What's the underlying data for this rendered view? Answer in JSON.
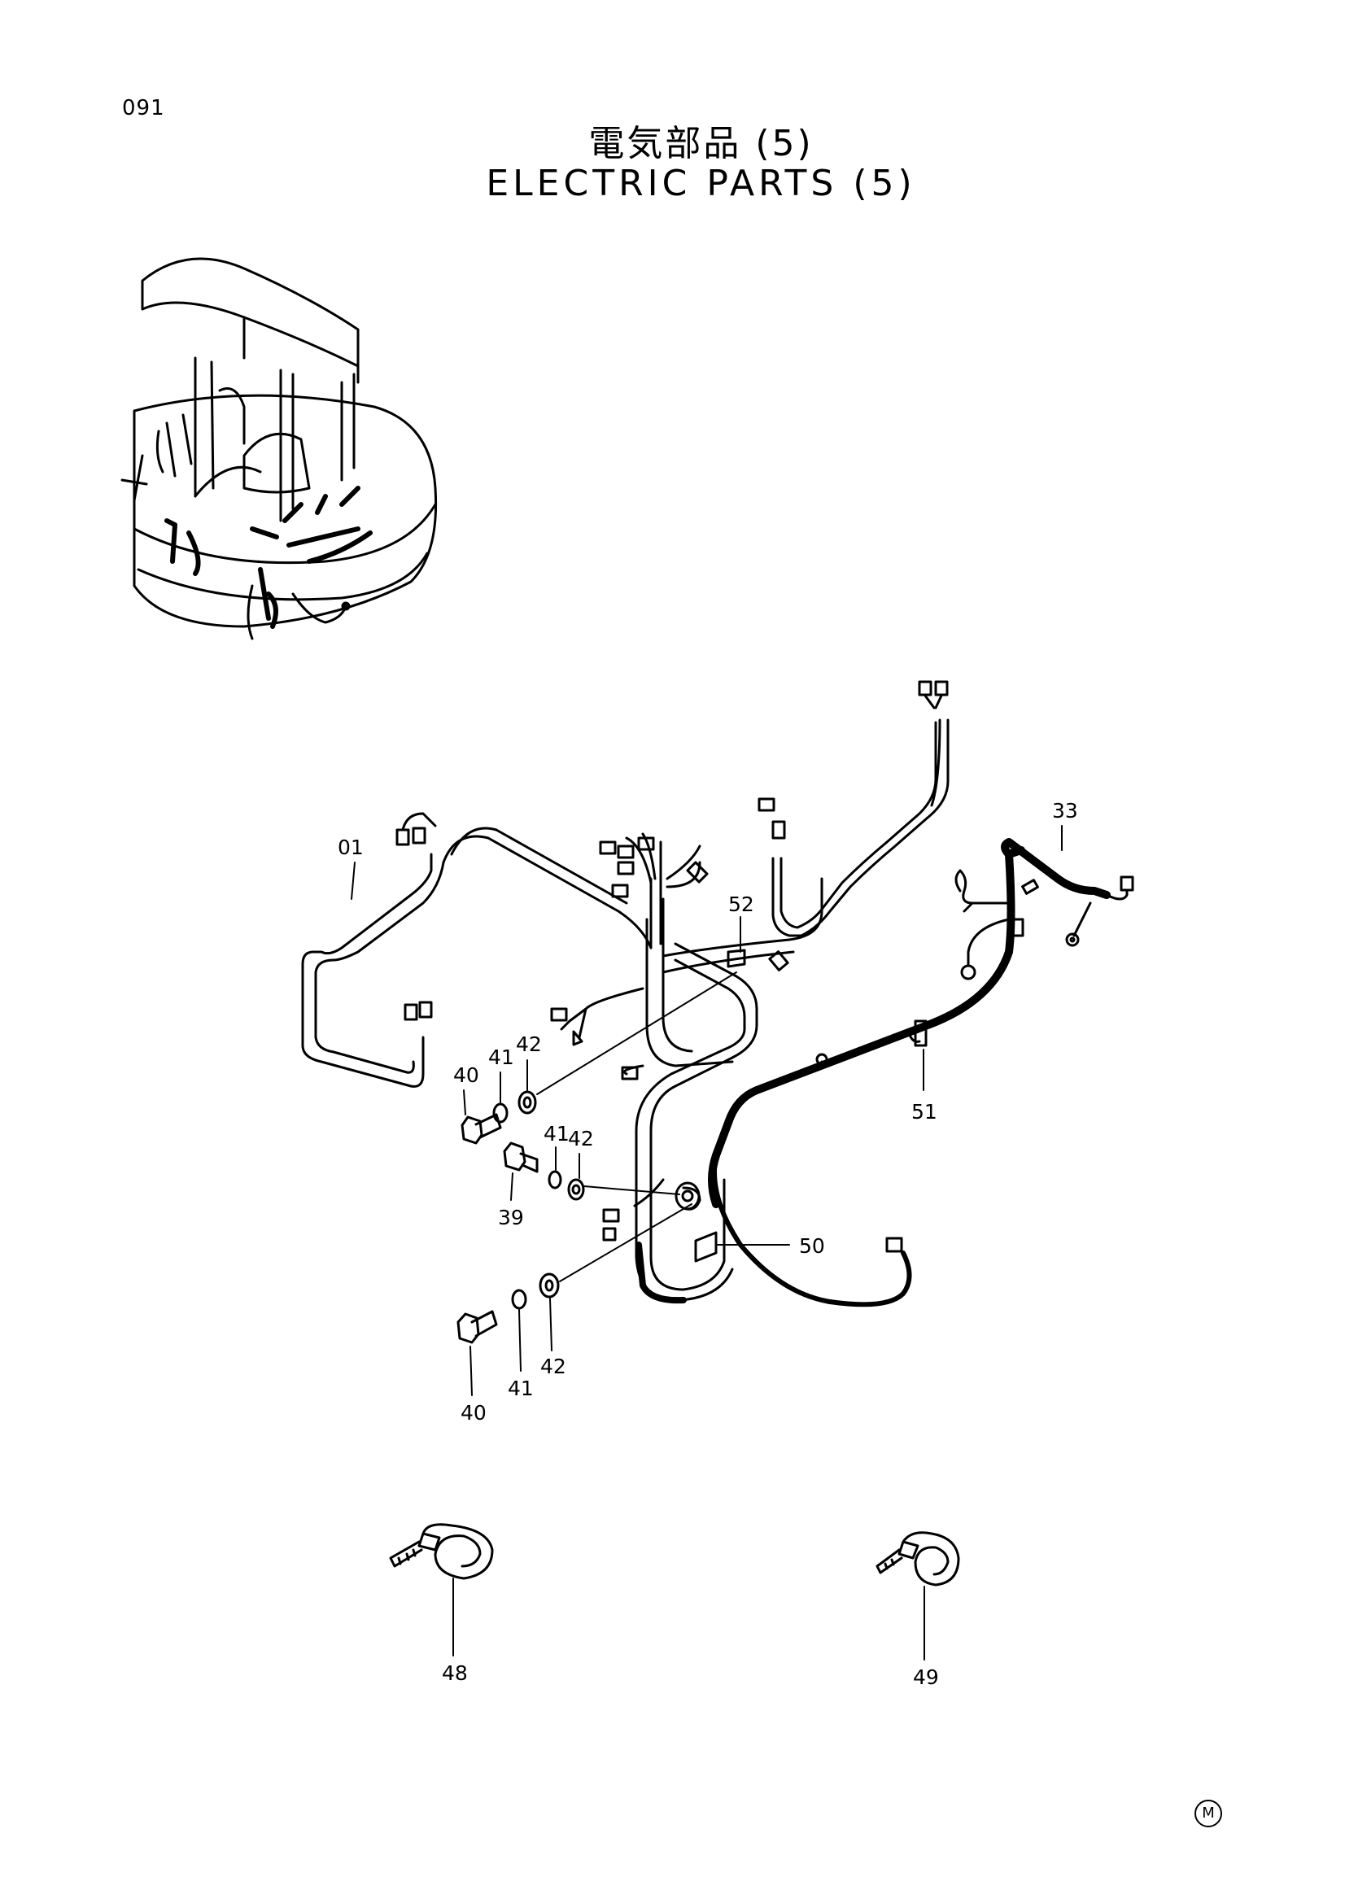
{
  "page_number": "091",
  "title_jp": "電気部品 (5)",
  "title_en": "ELECTRIC PARTS (5)",
  "corner_mark": "M",
  "callouts": {
    "c01": "01",
    "c33": "33",
    "c52": "52",
    "c51": "51",
    "c50": "50",
    "c40a": "40",
    "c41a": "41",
    "c42a": "42",
    "c41b": "41",
    "c42b": "42",
    "c39": "39",
    "c40b": "40",
    "c41c": "41",
    "c42c": "42",
    "c48": "48",
    "c49": "49"
  }
}
